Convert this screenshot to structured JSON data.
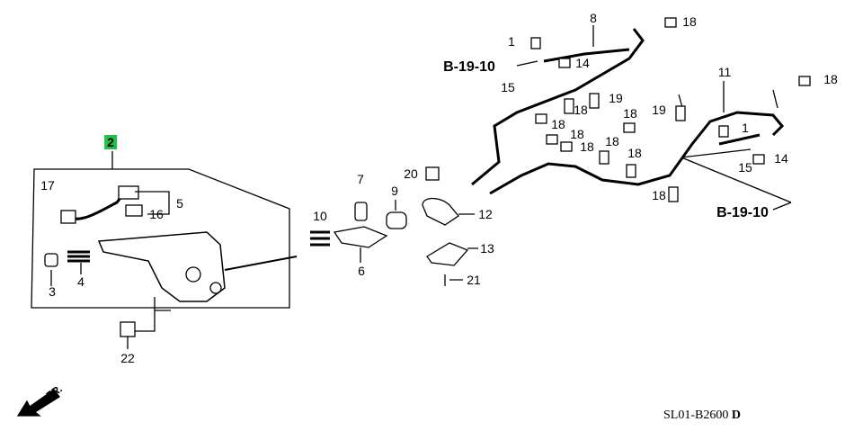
{
  "callouts": {
    "c2": "2",
    "c17": "17",
    "c5": "5",
    "c16": "16",
    "c3": "3",
    "c4": "4",
    "c22": "22",
    "c10": "10",
    "c7": "7",
    "c6": "6",
    "c9": "9",
    "c20": "20",
    "c12": "12",
    "c13": "13",
    "c21": "21",
    "c8": "8",
    "c18a": "18",
    "c1a": "1",
    "c14a": "14",
    "c15a": "15",
    "c19a": "19",
    "c18b": "18",
    "c18c": "18",
    "c18d": "18",
    "c18e": "18",
    "c18f": "18",
    "c18g": "18",
    "c18h": "18",
    "c11": "11",
    "c18i": "18",
    "c19b": "19",
    "c1b": "1",
    "c14b": "14",
    "c15b": "15",
    "c18j": "18"
  },
  "references": {
    "ref_top": "B-19-10",
    "ref_bottom": "B-19-10"
  },
  "front_marker": "FR.",
  "diagram_code": "SL01-B2600",
  "diagram_code_suffix": "D",
  "highlight_color": "#1fbf4a"
}
